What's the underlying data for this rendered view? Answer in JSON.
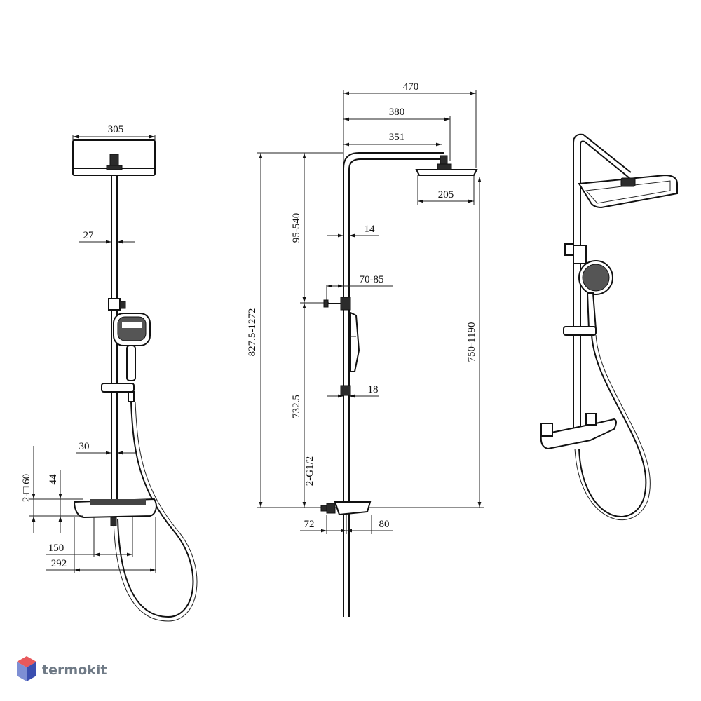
{
  "front_view": {
    "width_head": "305",
    "pipe_dia": "27",
    "mixer_pipe": "30",
    "connection": "2-□ 60",
    "inlet_height": "44",
    "inlet_spacing": "150",
    "mixer_width": "292"
  },
  "side_view": {
    "arm_total": "470",
    "arm_center": "380",
    "arm_length": "351",
    "head_depth": "205",
    "slider_range": "95-540",
    "pipe_dia": "14",
    "slider_offset": "70-85",
    "overall_height": "827.5-1272",
    "head_height": "750-1190",
    "holder_dia": "18",
    "slider_height": "732.5",
    "thread": "2-G1/2",
    "inlet_left": "72",
    "inlet_right": "80"
  },
  "brand": {
    "name": "termokit",
    "colors": {
      "top": "#e8595c",
      "left": "#7e8fd4",
      "right": "#3b4fb0"
    }
  }
}
